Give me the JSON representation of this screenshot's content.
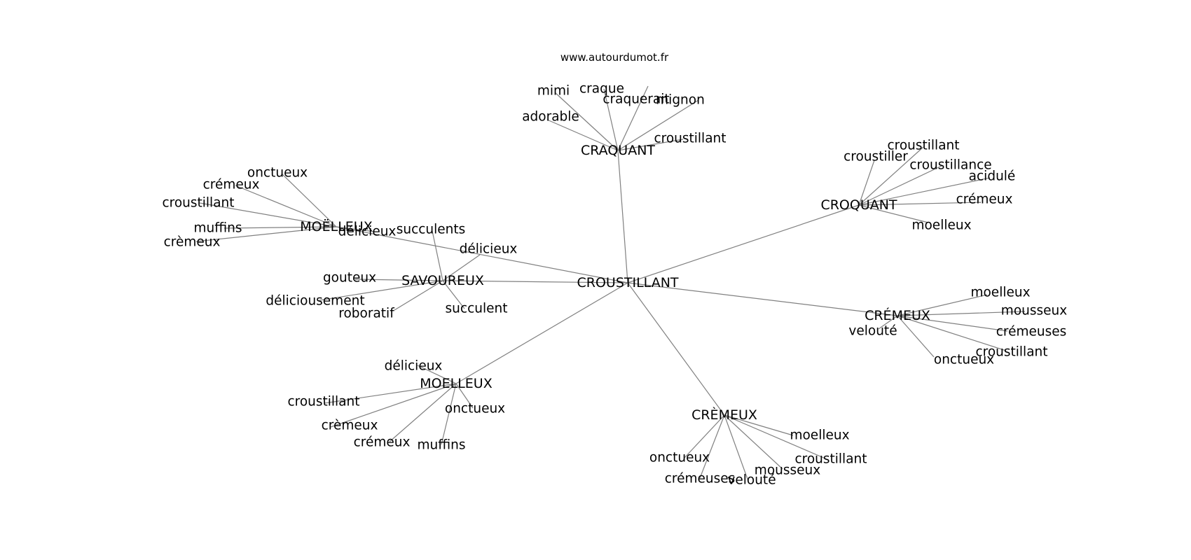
{
  "source": "www.autourdumot.fr",
  "center": "CROUSTILLANT",
  "clusters": [
    {
      "hub": "CRAQUANT",
      "leaves": [
        "adorable",
        "mimi",
        "craque",
        "craquerait",
        "mignon",
        "croustillant"
      ]
    },
    {
      "hub": "CROQUANT",
      "leaves": [
        "croustiller",
        "croustillant",
        "croustillance",
        "acidulé",
        "crémeux",
        "moelleux"
      ]
    },
    {
      "hub": "MOËLLEUX",
      "leaves": [
        "onctueux",
        "crémeux",
        "croustillant",
        "muffins",
        "crèmeux",
        "délicieux"
      ]
    },
    {
      "hub": "SAVOUREUX",
      "leaves": [
        "succulents",
        "délicieux",
        "gouteux",
        "déliciousement",
        "roboratif",
        "succulent"
      ]
    },
    {
      "hub": "CRÉMEUX",
      "leaves": [
        "moelleux",
        "mousseux",
        "crémeuses",
        "croustillant",
        "onctueux",
        "velouté"
      ]
    },
    {
      "hub": "MOELLEUX",
      "leaves": [
        "délicieux",
        "croustillant",
        "crèmeux",
        "crémeux",
        "muffins",
        "onctueux"
      ]
    },
    {
      "hub": "CRÈMEUX",
      "leaves": [
        "moelleux",
        "croustillant",
        "mousseux",
        "velouté",
        "crémeuses",
        "onctueux"
      ]
    }
  ]
}
